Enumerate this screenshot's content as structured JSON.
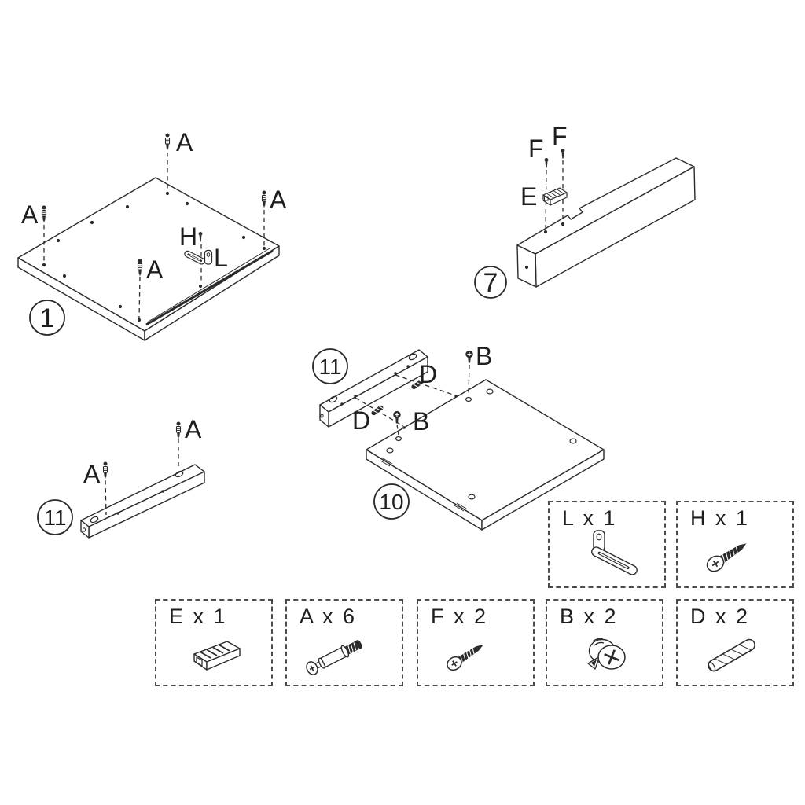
{
  "page": {
    "background_color": "#ffffff",
    "line_color": "#2b2b2b",
    "text_color": "#1e1e1e",
    "description": "Furniture assembly instruction diagram"
  },
  "steps": {
    "panel": {
      "number": "1",
      "dowel_labels": [
        "A",
        "A",
        "A",
        "A"
      ],
      "screw_label": "H",
      "bracket_label": "L"
    },
    "beam": {
      "number": "7",
      "screw_labels": [
        "F",
        "F"
      ],
      "glide_label": "E"
    },
    "shelf": {
      "rail_number": "11",
      "panel_number": "10",
      "cam_labels": [
        "B",
        "B"
      ],
      "dowel_labels": [
        "D",
        "D"
      ]
    },
    "rail": {
      "number": "11",
      "dowel_labels": [
        "A",
        "A"
      ]
    }
  },
  "legend": {
    "items": [
      {
        "label": "L x 1",
        "icon": "l-bracket-icon"
      },
      {
        "label": "H x 1",
        "icon": "pan-head-screw-icon"
      },
      {
        "label": "E x 1",
        "icon": "plastic-glide-icon"
      },
      {
        "label": "A x 6",
        "icon": "cam-bolt-icon"
      },
      {
        "label": "F x 2",
        "icon": "flat-head-screw-icon"
      },
      {
        "label": "B x 2",
        "icon": "cam-lock-icon"
      },
      {
        "label": "D x 2",
        "icon": "wood-dowel-icon"
      }
    ]
  }
}
